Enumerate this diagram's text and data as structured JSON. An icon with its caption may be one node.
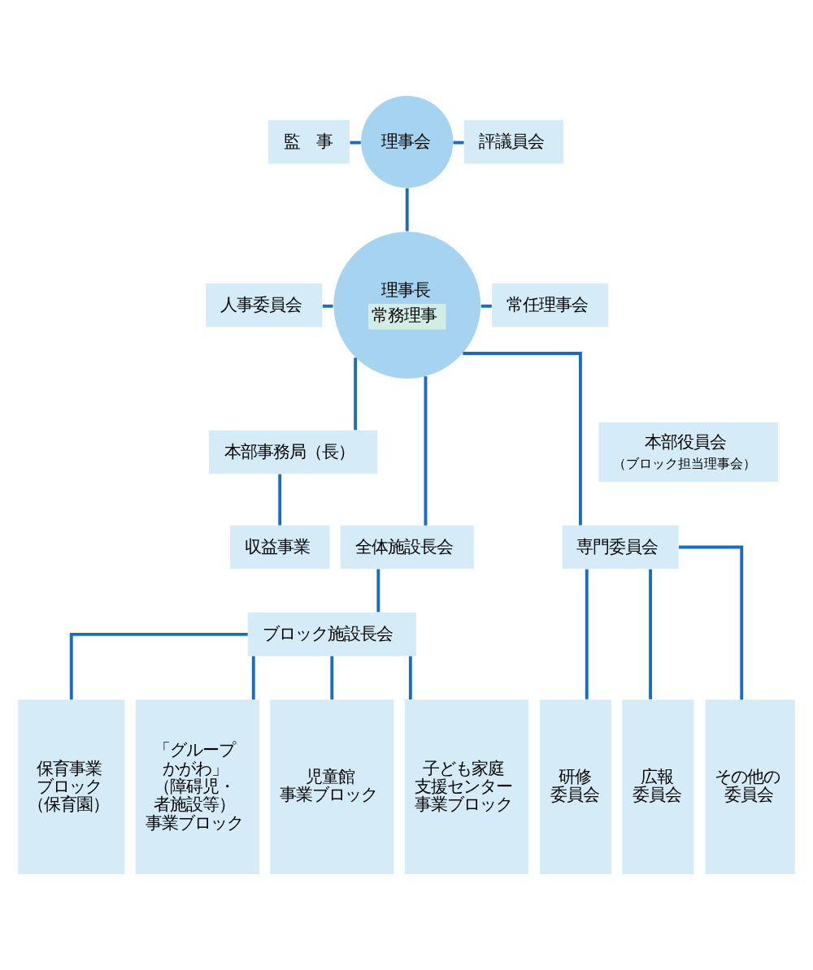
{
  "diagram": {
    "nodes": [
      {
        "text": [
          "監　事"
        ]
      },
      {
        "text": [
          "理事会"
        ]
      },
      {
        "text": [
          "評議員会"
        ]
      },
      {
        "text": [
          "人事委員会"
        ]
      },
      {
        "text": [
          "理事長",
          "常務理事"
        ]
      },
      {
        "text": [
          "常任理事会"
        ]
      },
      {
        "text": [
          "本部事務局（長）"
        ]
      },
      {
        "text": [
          "本部役員会",
          "（ブロック担当理事会）"
        ]
      },
      {
        "text": [
          "収益事業"
        ]
      },
      {
        "text": [
          "全体施設長会"
        ]
      },
      {
        "text": [
          "専門委員会"
        ]
      },
      {
        "text": [
          "ブロック施設長会"
        ]
      },
      {
        "text": [
          "保育事業ブロック（保育園）"
        ]
      },
      {
        "text": [
          "「グループかがわ」（障碍児・者施設等）事業ブロック"
        ]
      },
      {
        "text": [
          "児童館事業ブロック"
        ]
      },
      {
        "text": [
          "子ども家庭支援センター事業ブロック"
        ]
      },
      {
        "text": [
          "研修委員会"
        ]
      },
      {
        "text": [
          "広報委員会"
        ]
      },
      {
        "text": [
          "その他の委員会"
        ]
      }
    ],
    "edges": [
      {
        "from": 0,
        "to": 1,
        "arrow": "none"
      },
      {
        "from": 1,
        "to": 2,
        "arrow": "none"
      },
      {
        "from": 1,
        "to": 4,
        "arrow": "none"
      },
      {
        "from": 3,
        "to": 4,
        "arrow": "none"
      },
      {
        "from": 4,
        "to": 5,
        "arrow": "none"
      },
      {
        "from": 4,
        "to": 6,
        "arrow": "none"
      },
      {
        "from": 4,
        "to": 9,
        "arrow": "none"
      },
      {
        "from": 4,
        "to": 10,
        "arrow": "none"
      },
      {
        "from": 6,
        "to": 8,
        "arrow": "none"
      },
      {
        "from": 9,
        "to": 11,
        "arrow": "none"
      },
      {
        "from": 11,
        "to": 12,
        "arrow": "none"
      },
      {
        "from": 11,
        "to": 13,
        "arrow": "none"
      },
      {
        "from": 11,
        "to": 14,
        "arrow": "none"
      },
      {
        "from": 11,
        "to": 15,
        "arrow": "none"
      },
      {
        "from": 10,
        "to": 16,
        "arrow": "none"
      },
      {
        "from": 10,
        "to": 17,
        "arrow": "none"
      },
      {
        "from": 10,
        "to": 18,
        "arrow": "none"
      }
    ]
  }
}
